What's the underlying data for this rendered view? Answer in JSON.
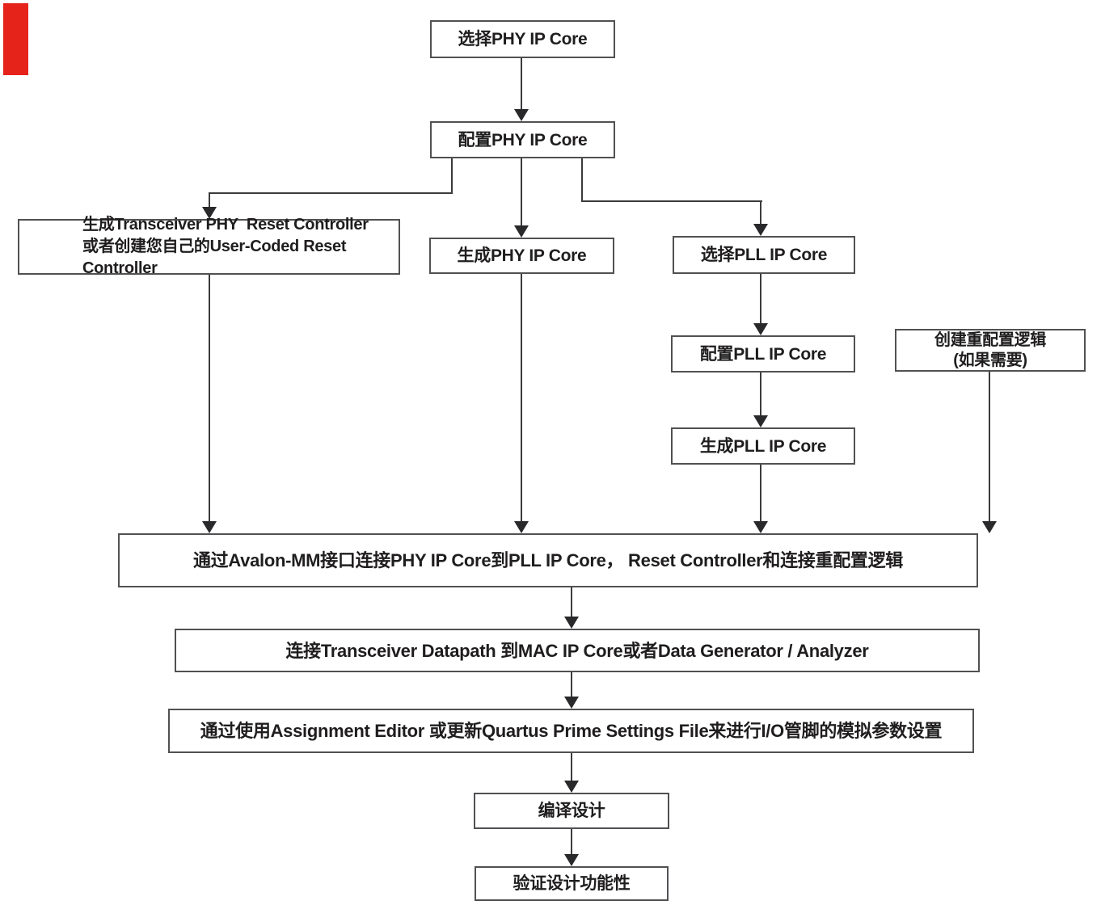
{
  "diagram": {
    "type": "flowchart",
    "marker_color": "#e5231b",
    "box_border_color": "#515154",
    "line_color": "#3b3b3d",
    "text_color": "#1f1d1e",
    "nodes": {
      "select_phy": {
        "label": "选择PHY IP Core"
      },
      "config_phy": {
        "label": "配置PHY IP Core"
      },
      "reset_ctrl": {
        "line1": "生成Transceiver PHY  Reset Controller",
        "line2": "或者创建您自己的User-Coded Reset Controller"
      },
      "gen_phy": {
        "label": "生成PHY IP Core"
      },
      "select_pll": {
        "label": "选择PLL IP Core"
      },
      "config_pll": {
        "label": "配置PLL IP Core"
      },
      "gen_pll": {
        "label": "生成PLL IP Core"
      },
      "reconfig": {
        "line1": "创建重配置逻辑",
        "line2": "(如果需要)"
      },
      "avalon": {
        "label": "通过Avalon-MM接口连接PHY IP Core到PLL IP Core， Reset Controller和连接重配置逻辑"
      },
      "datapath": {
        "label": "连接Transceiver Datapath 到MAC IP Core或者Data Generator / Analyzer"
      },
      "assignment": {
        "label": "通过使用Assignment Editor 或更新Quartus Prime Settings File来进行I/O管脚的模拟参数设置"
      },
      "compile": {
        "label": "编译设计"
      },
      "verify": {
        "label": "验证设计功能性"
      }
    },
    "edges": [
      "select_phy -> config_phy",
      "config_phy -> reset_ctrl",
      "config_phy -> gen_phy",
      "config_phy -> select_pll",
      "select_pll -> config_pll",
      "config_pll -> gen_pll",
      "reset_ctrl -> avalon",
      "gen_phy -> avalon",
      "gen_pll -> avalon",
      "reconfig -> avalon",
      "avalon -> datapath",
      "datapath -> assignment",
      "assignment -> compile",
      "compile -> verify"
    ]
  }
}
